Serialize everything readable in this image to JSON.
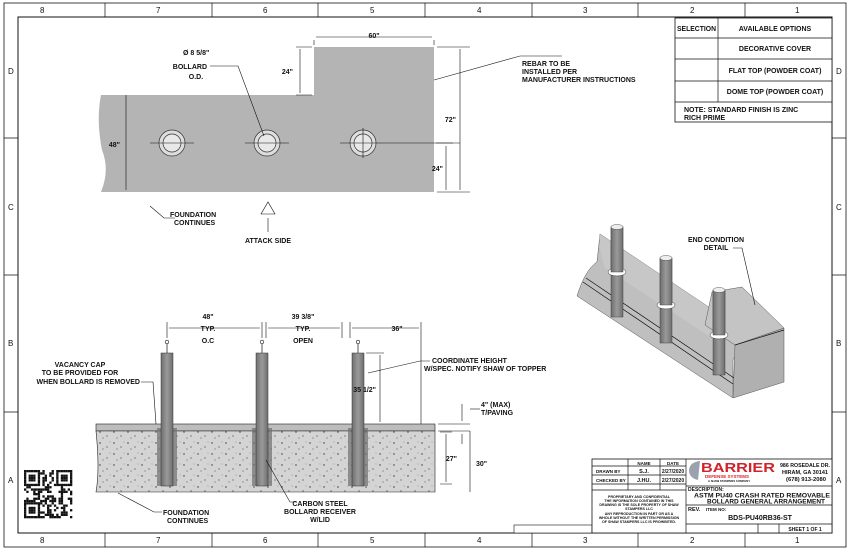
{
  "sheet": {
    "zones_columns": [
      "8",
      "7",
      "6",
      "5",
      "4",
      "3",
      "2",
      "1"
    ],
    "zones_rows": [
      "D",
      "C",
      "B",
      "A"
    ]
  },
  "options_table": {
    "headers": [
      "SELECTION",
      "AVAILABLE OPTIONS"
    ],
    "rows": [
      "DECORATIVE COVER",
      "FLAT TOP (POWDER COAT)",
      "DOME TOP (POWDER COAT)"
    ],
    "note_line1": "NOTE: STANDARD FINISH IS ZINC",
    "note_line2": "RICH PRIME"
  },
  "plan_view": {
    "dim_60": "60\"",
    "dim_24_top": "24\"",
    "dim_48": "48\"",
    "dim_72": "72\"",
    "dim_24_right": "24\"",
    "bollard_od_dia": "Ø 8 5/8\"",
    "bollard_od_line1": "BOLLARD",
    "bollard_od_line2": "O.D.",
    "rebar_line1": "REBAR TO BE",
    "rebar_line2": "INSTALLED PER",
    "rebar_line3": "MANUFACTURER INSTRUCTIONS",
    "foundation_line1": "FOUNDATION",
    "foundation_line2": "CONTINUES",
    "attack_side": "ATTACK SIDE"
  },
  "elevation_view": {
    "dim_48_line1": "48\"",
    "dim_48_line2": "TYP.",
    "dim_48_line3": "O.C",
    "dim_39_line1": "39 3/8\"",
    "dim_39_line2": "TYP.",
    "dim_39_line3": "OPEN",
    "dim_36": "36\"",
    "dim_35": "35 1/2\"",
    "dim_4_line1": "4\" (MAX)",
    "dim_4_line2": "T/PAVING",
    "dim_27": "27\"",
    "dim_30": "30\"",
    "vacancy_line1": "VACANCY CAP",
    "vacancy_line2": "TO BE PROVIDED FOR",
    "vacancy_line3": "WHEN BOLLARD IS REMOVED",
    "coord_line1": "COORDINATE HEIGHT",
    "coord_line2": "W/SPEC. NOTIFY SHAW OF TOPPER",
    "foundation_line1": "FOUNDATION",
    "foundation_line2": "CONTINUES",
    "receiver_line1": "CARBON STEEL",
    "receiver_line2": "BOLLARD RECEIVER",
    "receiver_line3": "W/LID"
  },
  "iso_view": {
    "label_line1": "END CONDITION",
    "label_line2": "DETAIL"
  },
  "title_block": {
    "col_name": "NAME",
    "col_date": "DATE",
    "drawn_by_label": "DRAWN BY",
    "drawn_by_name": "S.J.",
    "drawn_by_date": "2/27/2020",
    "checked_by_label": "CHECKED BY",
    "checked_by_name": "J.HU.",
    "checked_by_date": "2/27/2020",
    "proprietary_line1": "PROPRIETARY AND CONFIDENTIAL",
    "proprietary_line2": "THE INFORMATION CONTAINED IN THIS",
    "proprietary_line3": "DRAWING IS THE SOLE PROPERTY OF SHAW",
    "proprietary_line4": "STAMPERS LLC",
    "proprietary_line5": "ANY REPRODUCTION IN PART OR AS A",
    "proprietary_line6": "WHOLE WITHOUT THE WRITTEN PERMISSION",
    "proprietary_line7": "OF SHAW STAMPERS LLC IS PROHIBITED.",
    "company_name": "BARRIER",
    "company_sub": "DEFENSE SYSTEMS",
    "company_tag": "A SHAW STAMPERS COMPANY",
    "address_line1": "986 ROSEDALE DR.",
    "address_line2": "HIRAM, GA 30141",
    "address_line3": "(678) 913-2080",
    "description_label": "DESCRIPTION:",
    "description_line1": "ASTM PU40 CRASH RATED REMOVABLE",
    "description_line2": "BOLLARD GENERAL ARRANGEMENT",
    "rev_label": "REV.",
    "item_no_label": "ITEM NO:",
    "item_no": "BDS-PU40RB36-ST",
    "sheet": "SHEET 1 OF 1"
  },
  "colors": {
    "slab": "#b4b4b4",
    "concrete": "#d2d2d2",
    "bollard": "#8a8a8a",
    "brand_red": "#d2232a"
  }
}
